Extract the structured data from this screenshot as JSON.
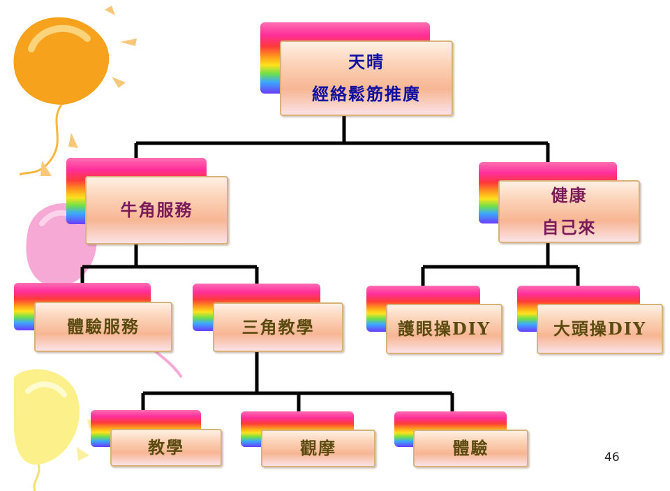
{
  "root": {
    "line1": "天晴",
    "line2": "經絡鬆筋推廣"
  },
  "left": {
    "label": "牛角服務"
  },
  "right": {
    "line1": "健康",
    "line2": "自己來"
  },
  "left_children": [
    {
      "label": "體驗服務"
    },
    {
      "label": "三角教學"
    }
  ],
  "right_children": [
    {
      "label": "護眼操DIY"
    },
    {
      "label": "大頭操DIY"
    }
  ],
  "bottom_children": [
    {
      "label": "教學"
    },
    {
      "label": "觀摩"
    },
    {
      "label": "體驗"
    }
  ],
  "page_number": "46",
  "colors": {
    "connector": "#000000",
    "card_border": "#d9b27a",
    "root_text": "#1010a0",
    "mid_text": "#7a1a5a",
    "leaf_text": "#5a4a10"
  }
}
